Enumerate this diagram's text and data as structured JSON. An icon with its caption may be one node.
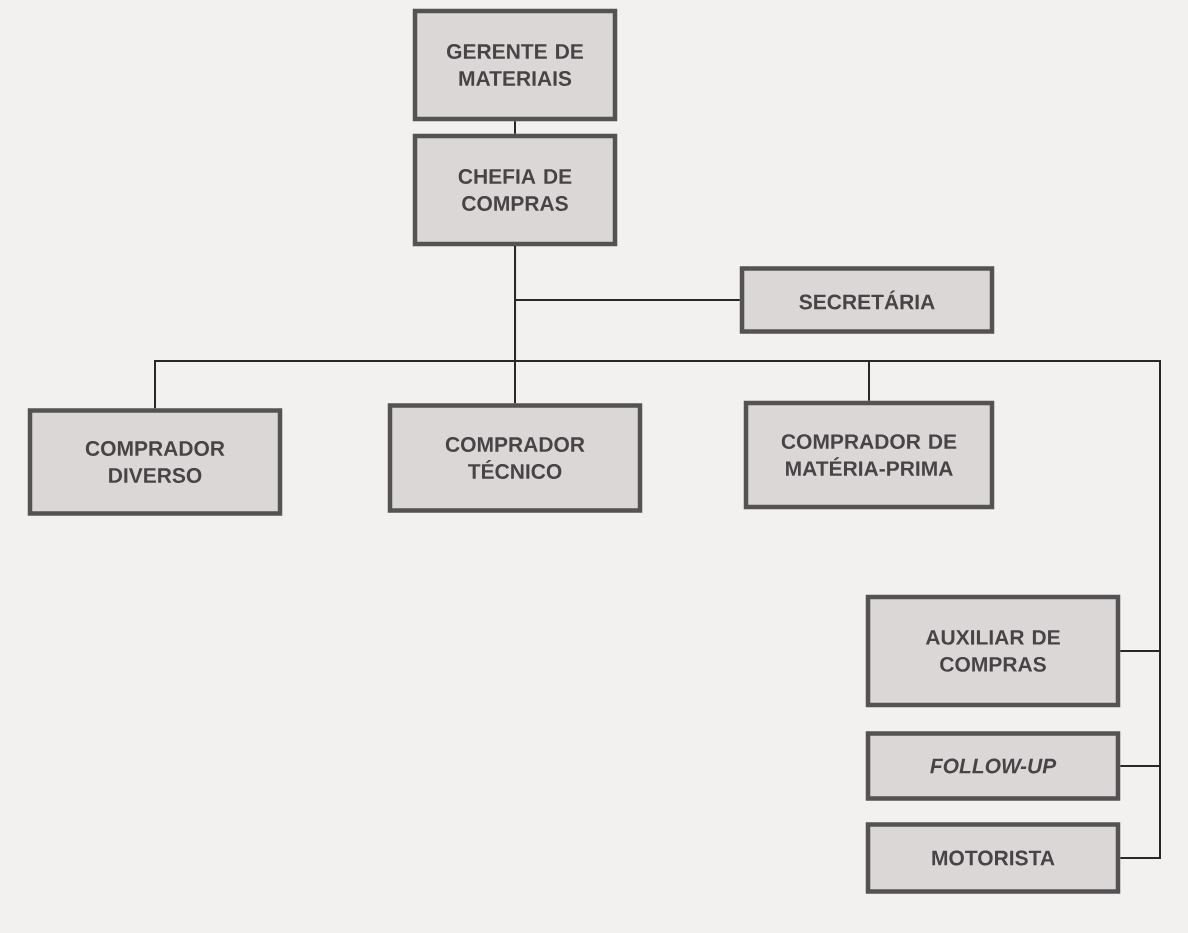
{
  "diagram": {
    "nodes": [
      {
        "text": [
          "GERENTE DE MATERIAIS"
        ]
      },
      {
        "text": [
          "CHEFIA DE COMPRAS"
        ]
      },
      {
        "text": [
          "SECRETÁRIA"
        ]
      },
      {
        "text": [
          "COMPRADOR DIVERSO"
        ]
      },
      {
        "text": [
          "COMPRADOR TÉCNICO"
        ]
      },
      {
        "text": [
          "COMPRADOR DE MATÉRIA-PRIMA"
        ]
      },
      {
        "text": [
          "AUXILIAR DE COMPRAS"
        ]
      },
      {
        "text": [
          "FOLLOW-UP"
        ]
      },
      {
        "text": [
          "MOTORISTA"
        ]
      }
    ],
    "edges": [
      {
        "from": 0,
        "to": 1,
        "arrow": "none"
      },
      {
        "from": 1,
        "to": 2,
        "arrow": "none"
      },
      {
        "from": 1,
        "to": 3,
        "arrow": "none"
      },
      {
        "from": 1,
        "to": 4,
        "arrow": "none"
      },
      {
        "from": 1,
        "to": 5,
        "arrow": "none"
      },
      {
        "from": 1,
        "to": 6,
        "arrow": "none"
      },
      {
        "from": 1,
        "to": 7,
        "arrow": "none"
      },
      {
        "from": 1,
        "to": 8,
        "arrow": "none"
      }
    ]
  }
}
